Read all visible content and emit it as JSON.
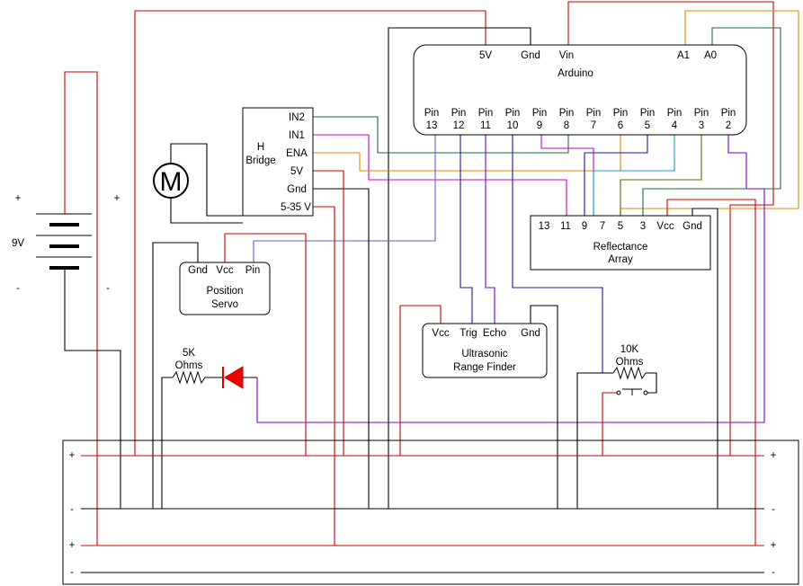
{
  "colors": {
    "red": "#cc0000",
    "black": "#000000",
    "green": "#1a6b3c",
    "magenta": "#cc00cc",
    "orange": "#e08a00",
    "purple": "#6a5acd",
    "navy": "#1a1aa0",
    "cyan": "#1aa0b0",
    "olive": "#556b00",
    "violet": "#7a00cc",
    "diode": "#dd0000"
  },
  "arduino": {
    "title": "Arduino",
    "top_pins": [
      "5V",
      "Gnd",
      "Vin",
      "A1",
      "A0"
    ],
    "bottom_pins": [
      {
        "name": "Pin",
        "num": "13"
      },
      {
        "name": "Pin",
        "num": "12"
      },
      {
        "name": "Pin",
        "num": "11"
      },
      {
        "name": "Pin",
        "num": "10"
      },
      {
        "name": "Pin",
        "num": "9"
      },
      {
        "name": "Pin",
        "num": "8"
      },
      {
        "name": "Pin",
        "num": "7"
      },
      {
        "name": "Pin",
        "num": "6"
      },
      {
        "name": "Pin",
        "num": "5"
      },
      {
        "name": "Pin",
        "num": "4"
      },
      {
        "name": "Pin",
        "num": "3"
      },
      {
        "name": "Pin",
        "num": "2"
      }
    ]
  },
  "hbridge": {
    "title_line1": "H",
    "title_line2": "Bridge",
    "pins": [
      "IN2",
      "IN1",
      "ENA",
      "5V",
      "Gnd",
      "5-35 V"
    ]
  },
  "motor": {
    "label": "M"
  },
  "battery": {
    "voltage": "9V",
    "plus": "+",
    "minus": "-"
  },
  "servo": {
    "pins": [
      "Gnd",
      "Vcc",
      "Pin"
    ],
    "title_line1": "Position",
    "title_line2": "Servo"
  },
  "ultrasonic": {
    "pins": [
      "Vcc",
      "Trig",
      "Echo",
      "Gnd"
    ],
    "title_line1": "Ultrasonic",
    "title_line2": "Range Finder"
  },
  "reflectance": {
    "pins": [
      "13",
      "11",
      "9",
      "7",
      "5",
      "3",
      "Vcc",
      "Gnd"
    ],
    "title_line1": "Reflectance",
    "title_line2": "Array"
  },
  "resistor_5k": {
    "line1": "5K",
    "line2": "Ohms"
  },
  "resistor_10k": {
    "line1": "10K",
    "line2": "Ohms"
  },
  "breadboard": {
    "plus": "+",
    "minus": "-"
  }
}
